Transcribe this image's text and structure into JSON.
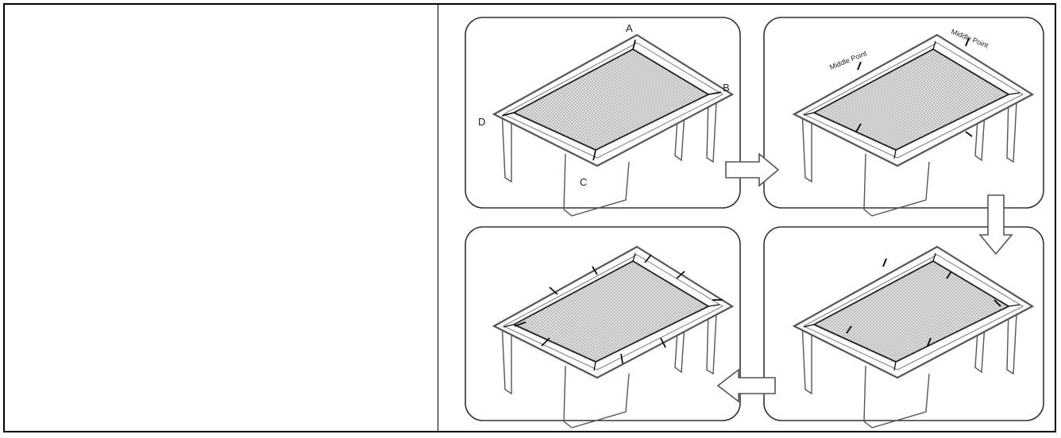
{
  "figure": {
    "labels": {
      "a": "A",
      "b": "B",
      "c": "C",
      "d": "D",
      "middle_point_1": "Middle Point",
      "middle_point_2": "Middle Point"
    },
    "icons": {
      "arrow_1": "arrow-right-icon",
      "arrow_2": "arrow-down-icon",
      "arrow_3": "arrow-left-icon"
    }
  }
}
